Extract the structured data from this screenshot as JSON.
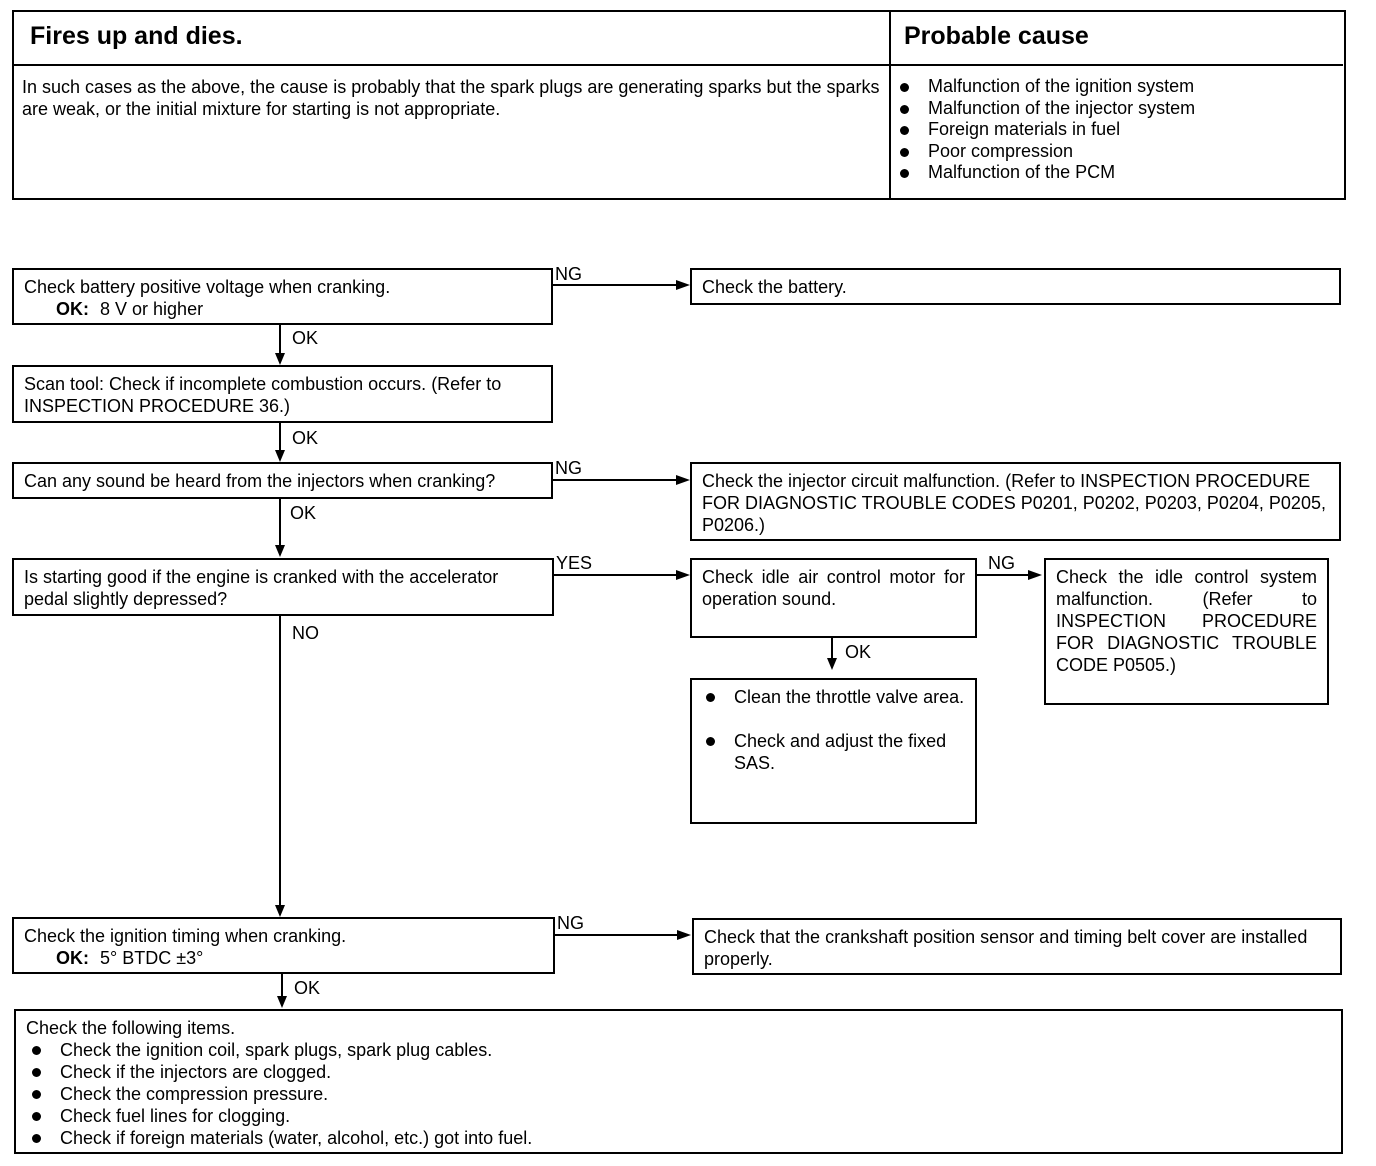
{
  "header": {
    "title": "Fires up and dies.",
    "cause_title": "Probable cause",
    "description": "In such cases as the above, the cause is probably that the spark plugs are generating sparks but the sparks are weak, or the initial mixture for starting is not appropriate.",
    "causes": [
      "Malfunction of the ignition system",
      "Malfunction of the injector system",
      "Foreign materials in fuel",
      "Poor compression",
      "Malfunction of the PCM"
    ]
  },
  "flow": {
    "step1": {
      "text": "Check battery positive voltage when cranking.",
      "ok_label": "OK:",
      "ok_value": "8 V or higher"
    },
    "step1_ng_result": "Check the battery.",
    "step2": {
      "text": "Scan tool: Check if incomplete combustion occurs. (Refer to INSPECTION PROCEDURE 36.)"
    },
    "step3": {
      "text": "Can any sound be heard from the injectors when cranking?"
    },
    "step3_ng_result": "Check the injector circuit malfunction. (Refer to INSPECTION PROCEDURE FOR DIAGNOSTIC TROUBLE CODES P0201, P0202, P0203, P0204, P0205, P0206.)",
    "step4": {
      "text": "Is starting good if the engine is cranked with the accelerator pedal slightly depressed?"
    },
    "step4_yes_result": "Check idle air control motor for operation sound.",
    "idle_ng_result": "Check the idle control system malfunction. (Refer to INSPECTION PROCEDURE FOR DIAGNOSTIC TROUBLE CODE P0505.)",
    "idle_ok_items": [
      "Clean the throttle valve area.",
      "Check and adjust the fixed SAS."
    ],
    "step5": {
      "text": "Check the ignition timing when cranking.",
      "ok_label": "OK:",
      "ok_value": "5° BTDC ±3°"
    },
    "step5_ng_result": "Check that the crankshaft position sensor and timing belt cover are installed properly.",
    "final": {
      "intro": "Check the following items.",
      "items": [
        "Check the ignition coil, spark plugs, spark plug cables.",
        "Check if the injectors are clogged.",
        "Check the compression pressure.",
        "Check fuel lines for clogging.",
        "Check if foreign materials (water, alcohol, etc.) got into fuel."
      ]
    }
  },
  "labels": {
    "ok": "OK",
    "ng": "NG",
    "yes": "YES",
    "no": "NO"
  }
}
